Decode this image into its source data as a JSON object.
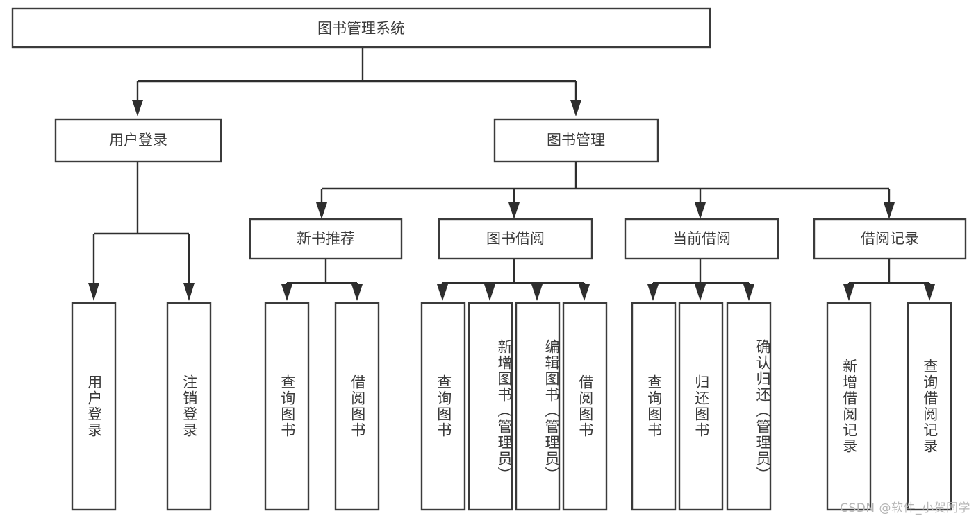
{
  "diagram": {
    "type": "tree",
    "title": "图书管理系统",
    "orientation": "top-down",
    "background_color": "#ffffff",
    "box_stroke_color": "#3b3b3b",
    "text_color": "#3a3a3a",
    "connector_color": "#2e2e2e",
    "levels": 3,
    "root": {
      "id": "root",
      "label": "图书管理系统",
      "text_orientation": "horizontal"
    },
    "level2": [
      {
        "id": "user-login",
        "label": "用户登录",
        "text_orientation": "horizontal"
      },
      {
        "id": "book-manage",
        "label": "图书管理",
        "text_orientation": "horizontal"
      }
    ],
    "level3": [
      {
        "id": "new-book-recommend",
        "label": "新书推荐",
        "parent": "book-manage",
        "text_orientation": "horizontal"
      },
      {
        "id": "book-borrow",
        "label": "图书借阅",
        "parent": "book-manage",
        "text_orientation": "horizontal"
      },
      {
        "id": "current-borrow",
        "label": "当前借阅",
        "parent": "book-manage",
        "text_orientation": "horizontal"
      },
      {
        "id": "borrow-record",
        "label": "借阅记录",
        "parent": "book-manage",
        "text_orientation": "horizontal"
      }
    ],
    "leaves": [
      {
        "id": "leaf-user-login",
        "label": "用户登录",
        "parent": "user-login",
        "text_orientation": "vertical"
      },
      {
        "id": "leaf-logout",
        "label": "注销登录",
        "parent": "user-login",
        "text_orientation": "vertical"
      },
      {
        "id": "leaf-query-book-1",
        "label": "查询图书",
        "parent": "new-book-recommend",
        "text_orientation": "vertical"
      },
      {
        "id": "leaf-borrow-book-1",
        "label": "借阅图书",
        "parent": "new-book-recommend",
        "text_orientation": "vertical"
      },
      {
        "id": "leaf-query-book-2",
        "label": "查询图书",
        "parent": "book-borrow",
        "text_orientation": "vertical"
      },
      {
        "id": "leaf-add-book",
        "label": "新增图书（管理员）",
        "parent": "book-borrow",
        "text_orientation": "vertical"
      },
      {
        "id": "leaf-edit-book",
        "label": "编辑图书（管理员）",
        "parent": "book-borrow",
        "text_orientation": "vertical"
      },
      {
        "id": "leaf-borrow-book-2",
        "label": "借阅图书",
        "parent": "book-borrow",
        "text_orientation": "vertical"
      },
      {
        "id": "leaf-query-book-3",
        "label": "查询图书",
        "parent": "current-borrow",
        "text_orientation": "vertical"
      },
      {
        "id": "leaf-return-book",
        "label": "归还图书",
        "parent": "current-borrow",
        "text_orientation": "vertical"
      },
      {
        "id": "leaf-confirm-return",
        "label": "确认归还（管理员）",
        "parent": "current-borrow",
        "text_orientation": "vertical"
      },
      {
        "id": "leaf-add-record",
        "label": "新增借阅记录",
        "parent": "borrow-record",
        "text_orientation": "vertical"
      },
      {
        "id": "leaf-query-record",
        "label": "查询借阅记录",
        "parent": "borrow-record",
        "text_orientation": "vertical"
      }
    ]
  },
  "watermark": {
    "text": "CSDN @软件_小贺同学"
  }
}
